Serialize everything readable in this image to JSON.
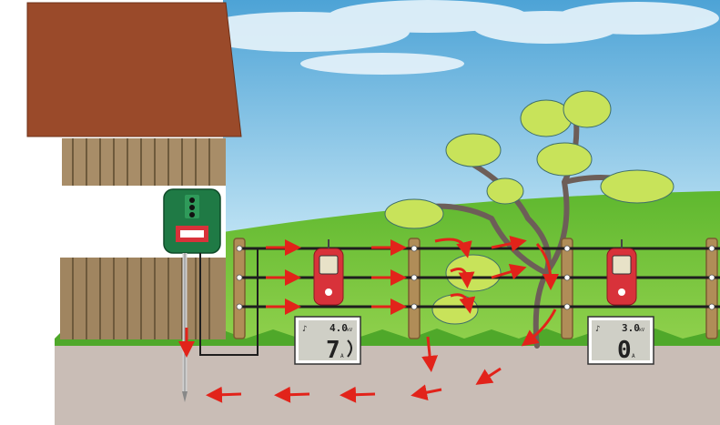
{
  "illustration": {
    "colors": {
      "sky_top": "#4da3d6",
      "sky_bottom": "#bfe3f4",
      "grass": "#6cc33a",
      "soil": "#c9bdb6",
      "roof": "#9a4a2a",
      "wood": "#a08560",
      "energizer": "#1f7a45",
      "tester": "#d8323a",
      "arrow": "#e2231a",
      "wire": "#1e1e1e"
    },
    "energizer": {
      "icon": "fence-energizer-icon"
    },
    "tester_left": {
      "icon": "fence-tester-icon",
      "display": {
        "top_reading": "4.0",
        "top_unit": "kV",
        "big_digit": "7",
        "big_unit": "A"
      }
    },
    "tester_right": {
      "icon": "fence-tester-icon",
      "display": {
        "top_reading": "3.0",
        "top_unit": "kV",
        "big_digit": "0",
        "big_unit": "A"
      }
    }
  }
}
